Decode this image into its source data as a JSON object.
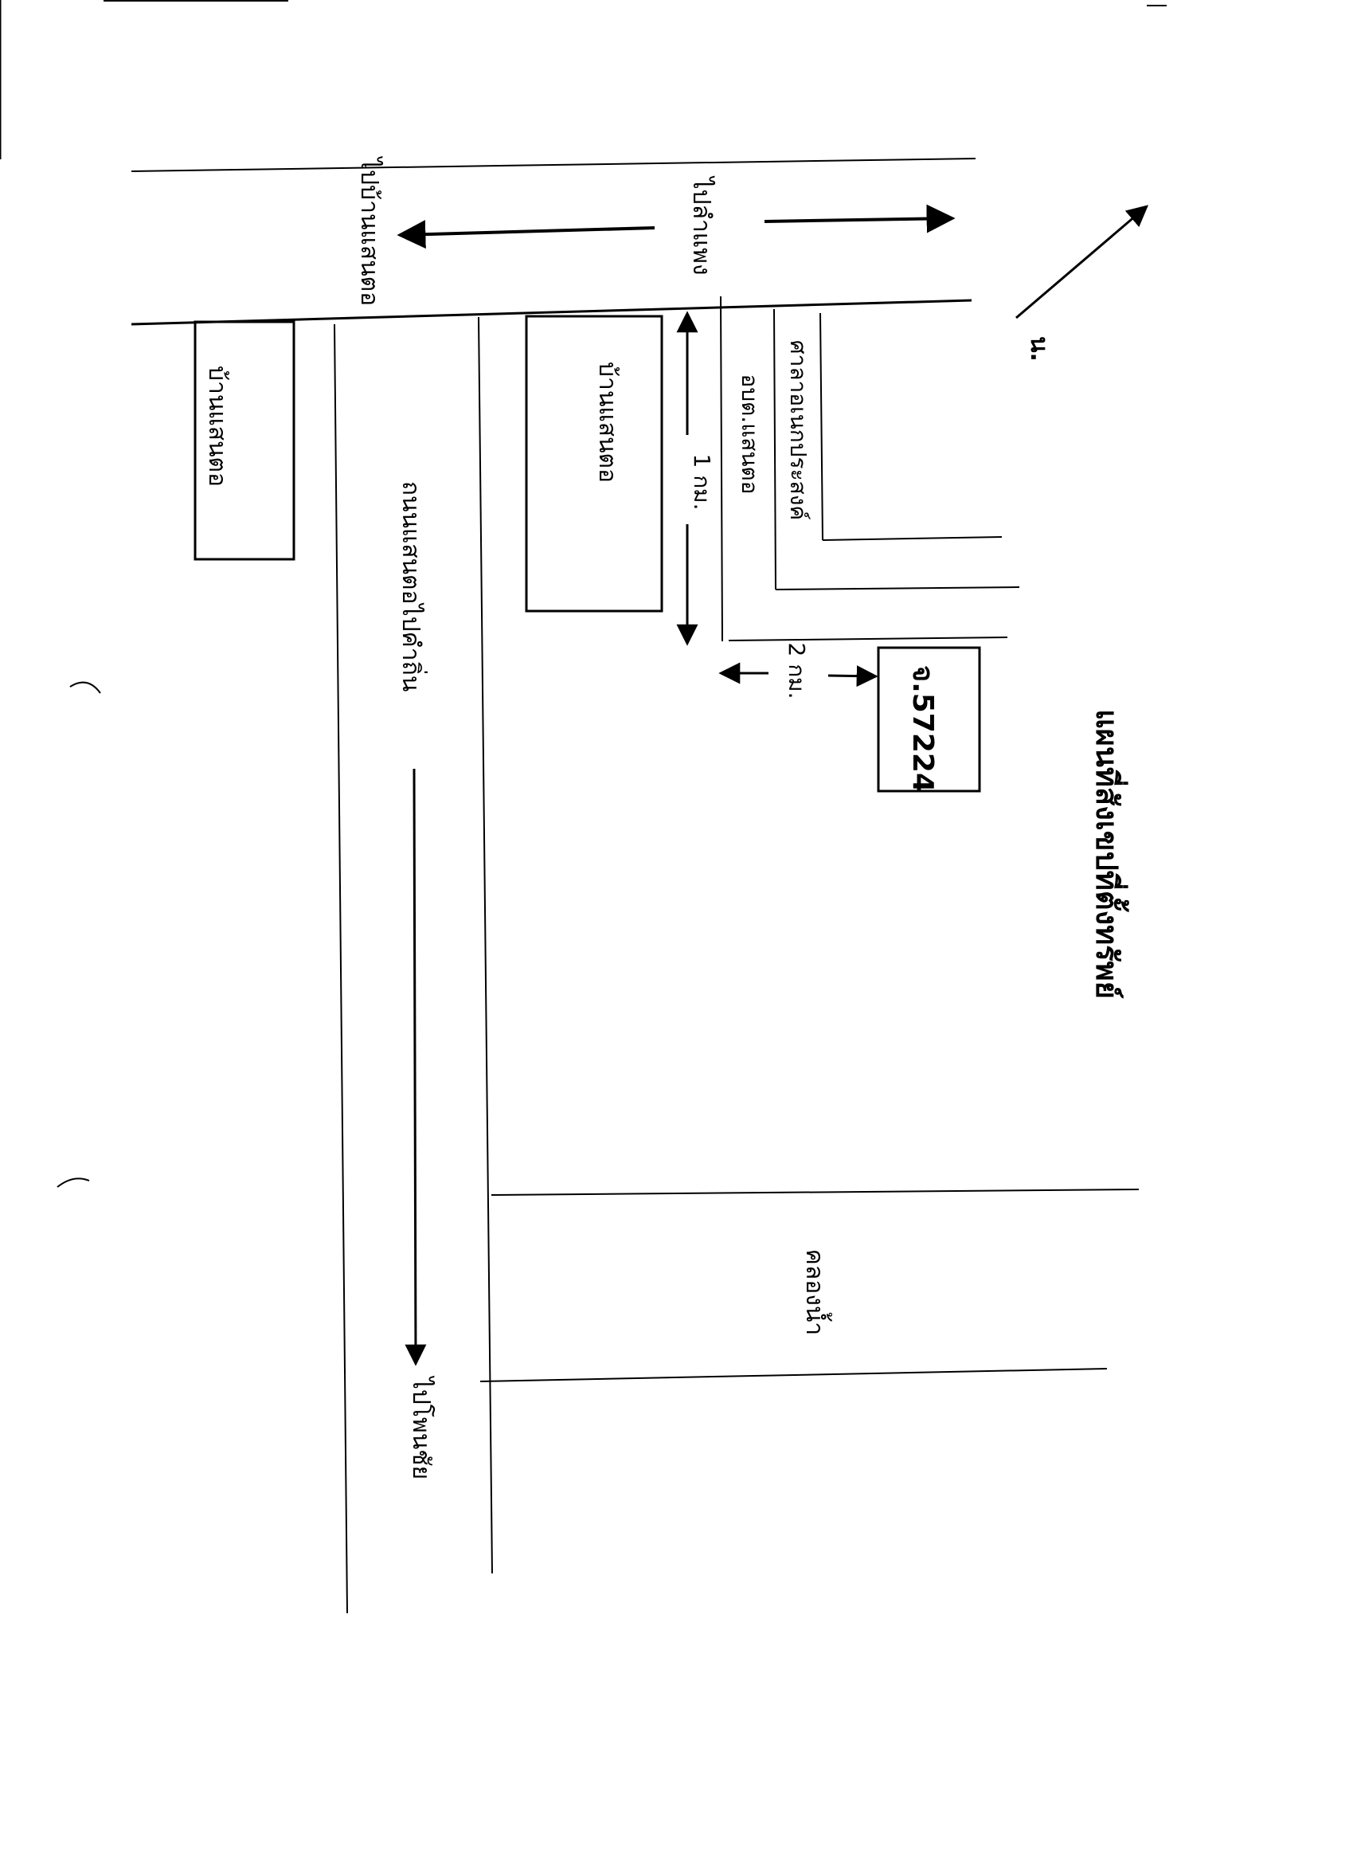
{
  "labels": {
    "to_ban_saen_tor": "ไปบ้านแสนตอ",
    "to_lamphaeng": "ไปลำแพง",
    "village_saen_tor_1": "บ้านแสนตอ",
    "village_saen_tor_2": "บ้านแสนตอ",
    "road_saen_tor_to_kham": "ถนนแสนตอไปคำถิ่น",
    "to_pong_chai": "ไปโพนชัย",
    "sao_yang": "อบต.แสนตอ",
    "shrine": "ศาลาอเนกประสงค์",
    "dist_1km": "1 กม.",
    "dist_2km": "2 กม.",
    "north": "น.",
    "plot_id": "จ.57224",
    "map_title": "แผนที่สังเขปที่ตั้งทรัพย์",
    "canal": "คลองน้ำ"
  },
  "colors": {
    "ink": "#000000",
    "paper": "#ffffff"
  }
}
